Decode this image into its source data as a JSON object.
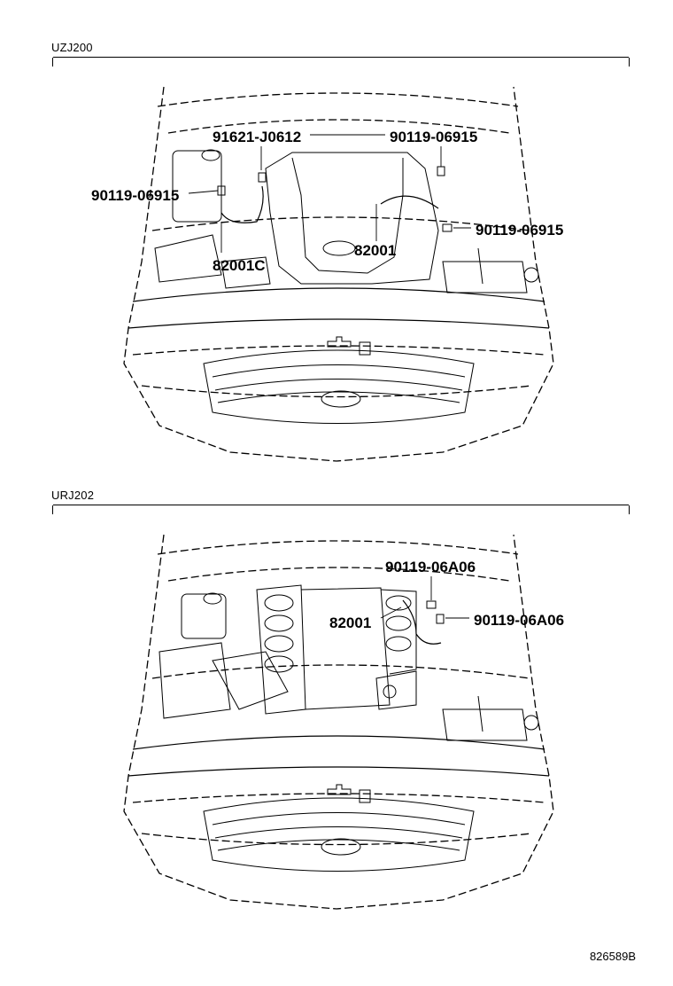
{
  "sections": [
    {
      "model": "UZJ200",
      "callouts": {
        "bolt_a": "91621-J0612",
        "bolt_b": "90119-06915",
        "bolt_c": "90119-06915",
        "bolt_d": "90119-06915",
        "sensor_left": "82001C",
        "sensor_main": "82001"
      }
    },
    {
      "model": "URJ202",
      "callouts": {
        "bolt_a": "90119-06A06",
        "bolt_b": "90119-06A06",
        "sensor_main": "82001"
      }
    }
  ],
  "figure_id": "826589B"
}
